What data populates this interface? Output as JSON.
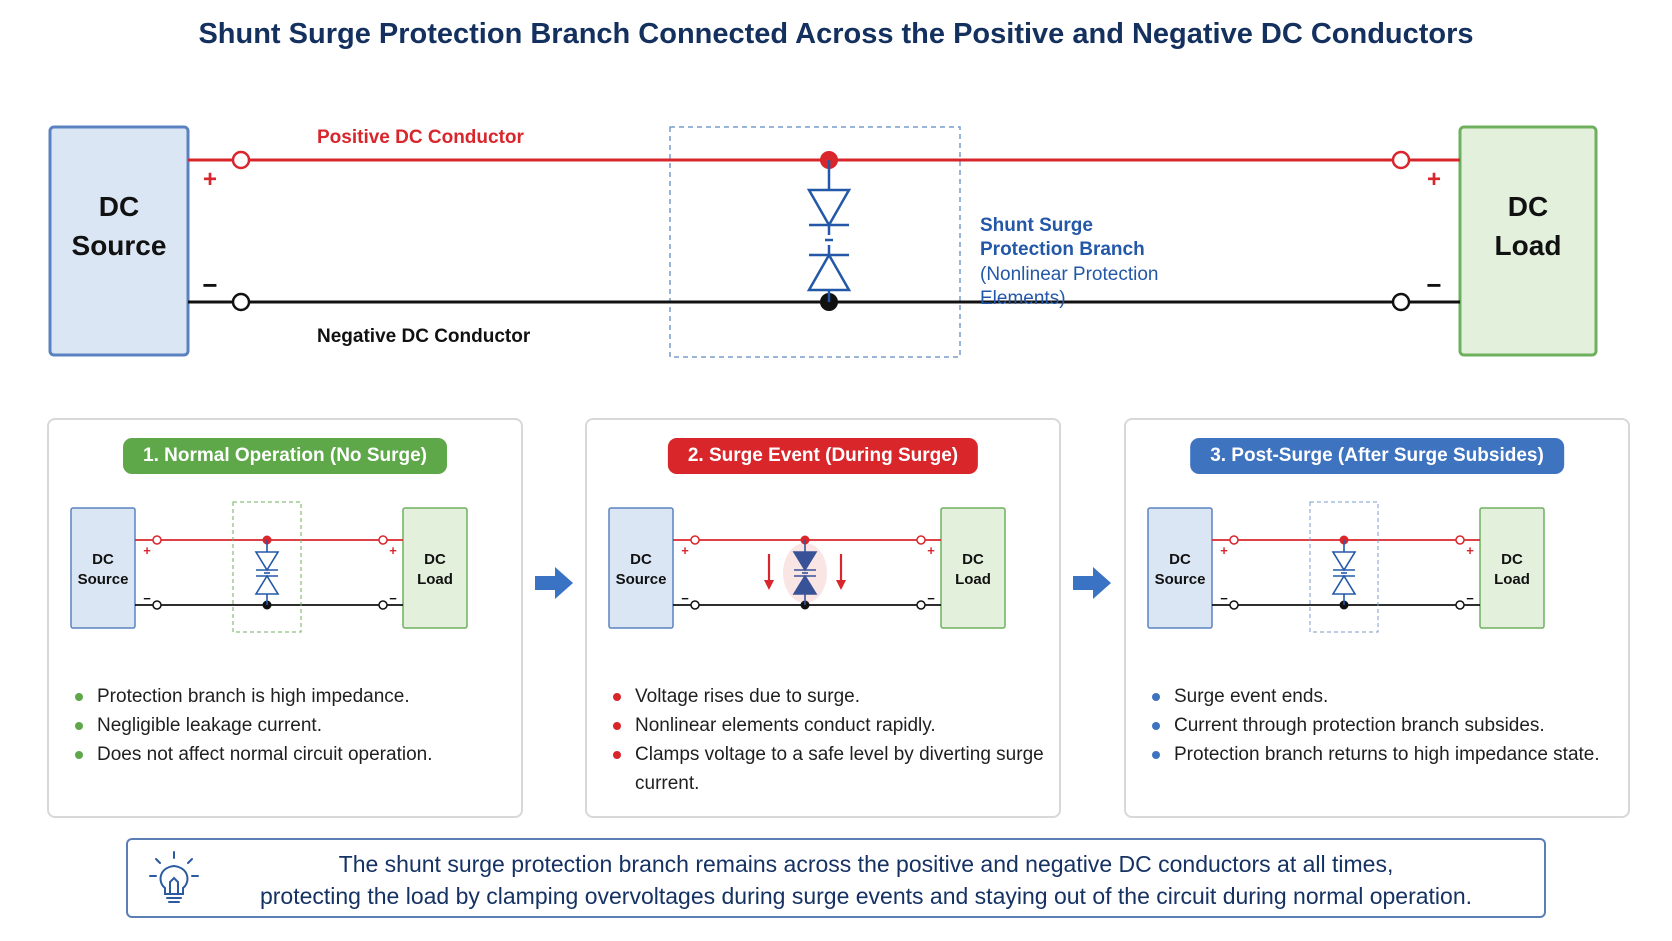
{
  "title": "Shunt Surge Protection Branch Connected Across the Positive and Negative DC Conductors",
  "colors": {
    "positive": "#d9262c",
    "negative": "#111111",
    "source_fill": "#dbe6f4",
    "source_border": "#5b82c0",
    "load_fill": "#e3f1dc",
    "load_border": "#6fb05e",
    "protection": "#2358a8",
    "normal_badge": "#5ea84a",
    "surge_badge": "#d8262b",
    "post_badge": "#3e73bf",
    "text_dark": "#13305e"
  },
  "main": {
    "source_label": [
      "DC",
      "Source"
    ],
    "load_label": [
      "DC",
      "Load"
    ],
    "positive_label": "Positive DC Conductor",
    "negative_label": "Negative DC Conductor",
    "plus_sign": "+",
    "minus_sign": "−",
    "branch_label": [
      "Shunt Surge",
      "Protection Branch",
      "(Nonlinear Protection",
      "Elements)"
    ]
  },
  "panels": [
    {
      "badge": "1. Normal Operation (No Surge)",
      "state": "normal",
      "bullets": [
        "Protection branch is high impedance.",
        "Negligible leakage current.",
        "Does not affect normal circuit operation."
      ]
    },
    {
      "badge": "2. Surge Event (During Surge)",
      "state": "surge",
      "bullets": [
        "Voltage rises due to surge.",
        "Nonlinear elements conduct rapidly.",
        "Clamps voltage to a safe level by diverting surge current."
      ]
    },
    {
      "badge": "3. Post-Surge (After Surge Subsides)",
      "state": "post",
      "bullets": [
        "Surge event ends.",
        "Current through protection branch subsides.",
        "Protection branch returns to high impedance state."
      ]
    }
  ],
  "mini": {
    "source_label": [
      "DC",
      "Source"
    ],
    "load_label": [
      "DC",
      "Load"
    ]
  },
  "note": {
    "lines": [
      "The shunt surge protection branch remains across the positive and negative DC conductors at all times,",
      "protecting the load by clamping overvoltages during surge events and staying out of the circuit during normal operation."
    ]
  }
}
